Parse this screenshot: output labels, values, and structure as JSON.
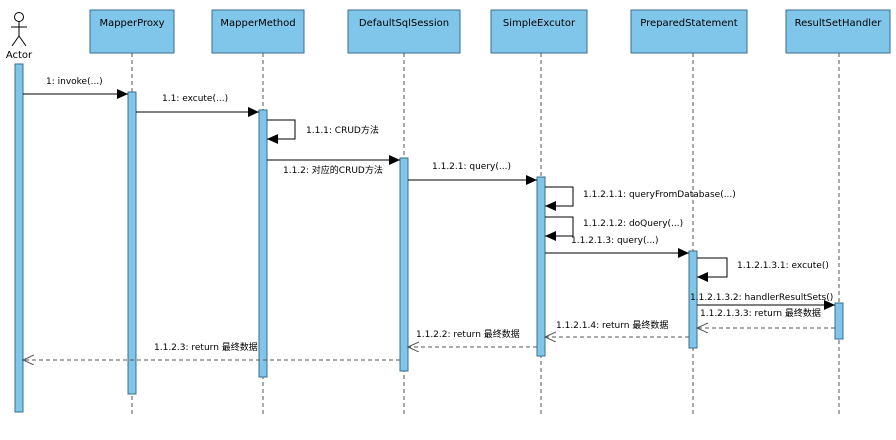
{
  "colors": {
    "box_fill": "#7fc6ea",
    "box_stroke": "#3a6e8c",
    "activation_fill": "#7fc6ea",
    "line": "#000000"
  },
  "actor": {
    "label": "Actor",
    "icon": "stick-figure-icon"
  },
  "participants": [
    {
      "id": "mapperproxy",
      "label": "MapperProxy"
    },
    {
      "id": "mappermethod",
      "label": "MapperMethod"
    },
    {
      "id": "defaultsqlsession",
      "label": "DefaultSqlSession"
    },
    {
      "id": "simpleexcutor",
      "label": "SimpleExcutor"
    },
    {
      "id": "preparedstatement",
      "label": "PreparedStatement"
    },
    {
      "id": "resultsethandler",
      "label": "ResultSetHandler"
    }
  ],
  "messages": [
    {
      "id": "m1",
      "label": "1: invoke(...)",
      "kind": "call"
    },
    {
      "id": "m2",
      "label": "1.1: excute(...)",
      "kind": "call"
    },
    {
      "id": "m3",
      "label": "1.1.1: CRUD方法",
      "kind": "self"
    },
    {
      "id": "m4",
      "label": "1.1.2: 对应的CRUD方法",
      "kind": "call"
    },
    {
      "id": "m5",
      "label": "1.1.2.1: query(...)",
      "kind": "call"
    },
    {
      "id": "m6",
      "label": "1.1.2.1.1: queryFromDatabase(...)",
      "kind": "self"
    },
    {
      "id": "m7",
      "label": "1.1.2.1.2: doQuery(...)",
      "kind": "self"
    },
    {
      "id": "m8",
      "label": "1.1.2.1.3: query(...)",
      "kind": "call"
    },
    {
      "id": "m9",
      "label": "1.1.2.1.3.1: excute()",
      "kind": "self"
    },
    {
      "id": "m10",
      "label": "1.1.2.1.3.2: handlerResultSets()",
      "kind": "call"
    },
    {
      "id": "m11",
      "label": "1.1.2.1.3.3: return 最终数据",
      "kind": "return"
    },
    {
      "id": "m12",
      "label": "1.1.2.1.4: return 最终数据",
      "kind": "return"
    },
    {
      "id": "m13",
      "label": "1.1.2.2: return 最终数据",
      "kind": "return"
    },
    {
      "id": "m14",
      "label": "1.1.2.3: return 最终数据",
      "kind": "return"
    }
  ]
}
